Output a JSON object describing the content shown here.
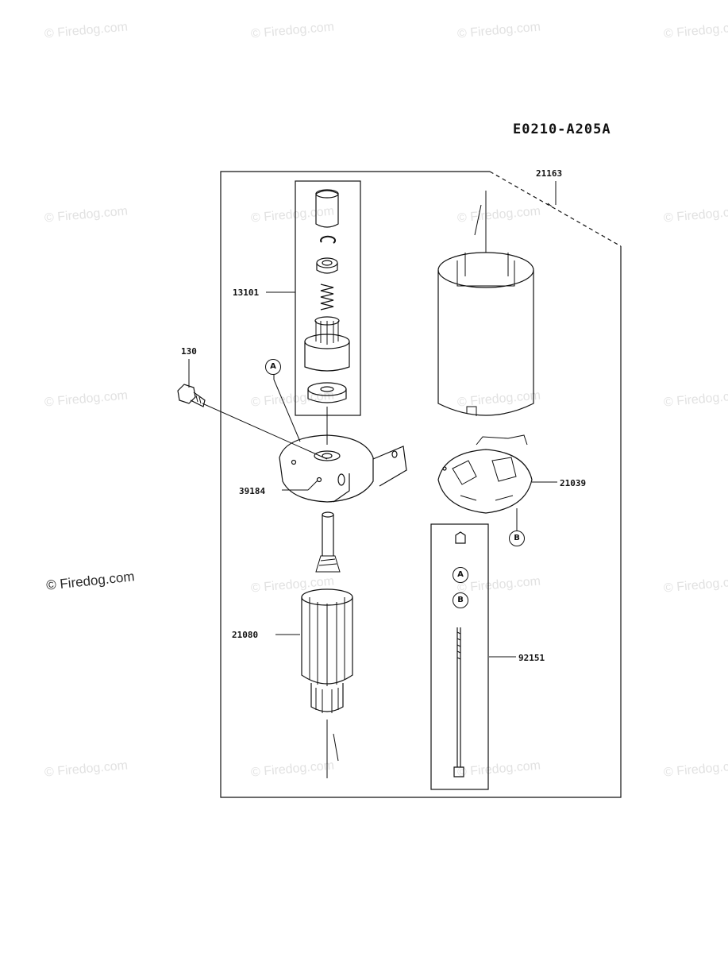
{
  "diagram_code": "E0210-A205A",
  "watermark": "© Firedog.com",
  "watermark_main": "© Firedog.com",
  "parts": {
    "p21163": "21163",
    "p13101": "13101",
    "p130": "130",
    "p39184": "39184",
    "p21039": "21039",
    "p21080": "21080",
    "p92151": "92151"
  },
  "callouts": {
    "a": "A",
    "b": "B"
  }
}
